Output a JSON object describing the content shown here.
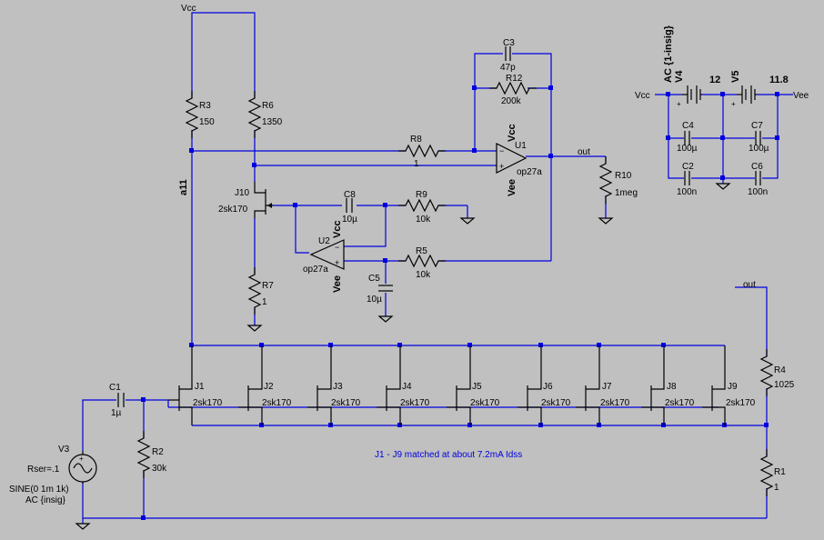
{
  "schematic": {
    "nets": {
      "vcc_top": "Vcc",
      "a11": "a11",
      "out_main": "out",
      "out_r4": "out",
      "vcc_battery": "Vcc",
      "vee_battery": "Vee"
    },
    "resistors": {
      "r3": {
        "ref": "R3",
        "value": "150"
      },
      "r6": {
        "ref": "R6",
        "value": "1350"
      },
      "r8": {
        "ref": "R8",
        "value": "1"
      },
      "r12": {
        "ref": "R12",
        "value": "200k"
      },
      "r10": {
        "ref": "R10",
        "value": "1meg"
      },
      "r9": {
        "ref": "R9",
        "value": "10k"
      },
      "r5": {
        "ref": "R5",
        "value": "10k"
      },
      "r7": {
        "ref": "R7",
        "value": "1"
      },
      "r4": {
        "ref": "R4",
        "value": "1025"
      },
      "r2": {
        "ref": "R2",
        "value": "30k"
      },
      "r1": {
        "ref": "R1",
        "value": "1"
      }
    },
    "capacitors": {
      "c3": {
        "ref": "C3",
        "value": "47p"
      },
      "c8": {
        "ref": "C8",
        "value": "10µ"
      },
      "c5": {
        "ref": "C5",
        "value": "10µ"
      },
      "c1": {
        "ref": "C1",
        "value": "1µ"
      },
      "c4": {
        "ref": "C4",
        "value": "100µ"
      },
      "c7": {
        "ref": "C7",
        "value": "100µ"
      },
      "c2": {
        "ref": "C2",
        "value": "100n"
      },
      "c6": {
        "ref": "C6",
        "value": "100n"
      }
    },
    "opamps": {
      "u1": {
        "ref": "U1",
        "model": "op27a",
        "pos_supply": "Vcc",
        "neg_supply": "Vee"
      },
      "u2": {
        "ref": "U2",
        "model": "op27a",
        "pos_supply": "Vcc",
        "neg_supply": "Vee"
      }
    },
    "jfets": {
      "j10": {
        "ref": "J10",
        "model": "2sk170"
      },
      "array": [
        {
          "ref": "J1",
          "model": "2sk170"
        },
        {
          "ref": "J2",
          "model": "2sk170"
        },
        {
          "ref": "J3",
          "model": "2sk170"
        },
        {
          "ref": "J4",
          "model": "2sk170"
        },
        {
          "ref": "J5",
          "model": "2sk170"
        },
        {
          "ref": "J6",
          "model": "2sk170"
        },
        {
          "ref": "J7",
          "model": "2sk170"
        },
        {
          "ref": "J8",
          "model": "2sk170"
        },
        {
          "ref": "J9",
          "model": "2sk170"
        }
      ]
    },
    "batteries": {
      "v4": {
        "ref": "V4",
        "value": "12",
        "ac": "AC {1-insig}"
      },
      "v5": {
        "ref": "V5",
        "value": "11.8"
      }
    },
    "source": {
      "ref": "V3",
      "rser": "Rser=.1",
      "sine": "SINE(0 1m 1k)",
      "ac": "AC {insig}"
    },
    "note": "J1 - J9 matched at about 7.2mA Idss"
  }
}
